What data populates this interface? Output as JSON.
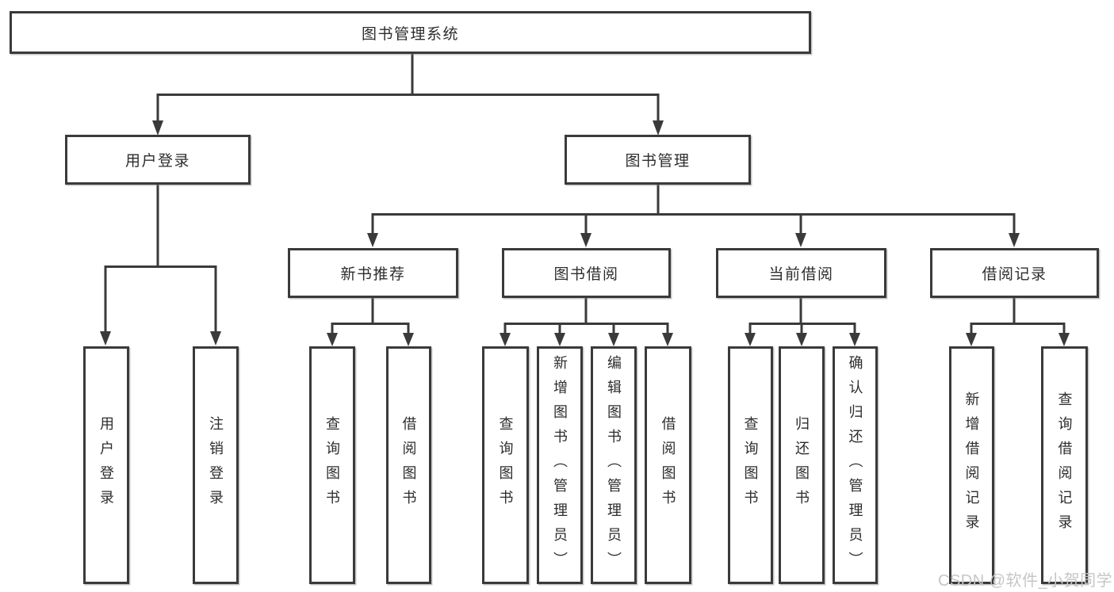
{
  "tree": {
    "root": "图书管理系统",
    "branches": [
      {
        "label": "用户登录",
        "children": [
          "用户登录",
          "注销登录"
        ]
      },
      {
        "label": "图书管理",
        "children": [
          {
            "label": "新书推荐",
            "children": [
              "查询图书",
              "借阅图书"
            ]
          },
          {
            "label": "图书借阅",
            "children": [
              "查询图书",
              "新增图书（管理员）",
              "编辑图书（管理员）",
              "借阅图书"
            ]
          },
          {
            "label": "当前借阅",
            "children": [
              "查询图书",
              "归还图书",
              "确认归还（管理员）"
            ]
          },
          {
            "label": "借阅记录",
            "children": [
              "新增借阅记录",
              "查询借阅记录"
            ]
          }
        ]
      }
    ]
  },
  "watermark": "CSDN @软件_小贺同学",
  "colors": {
    "line": "#3a3a3a",
    "box_border": "#3a3a3a",
    "box_fill": "#ffffff",
    "text": "#2d2d2d",
    "watermark": "#c6c6c6",
    "background": "#ffffff"
  }
}
